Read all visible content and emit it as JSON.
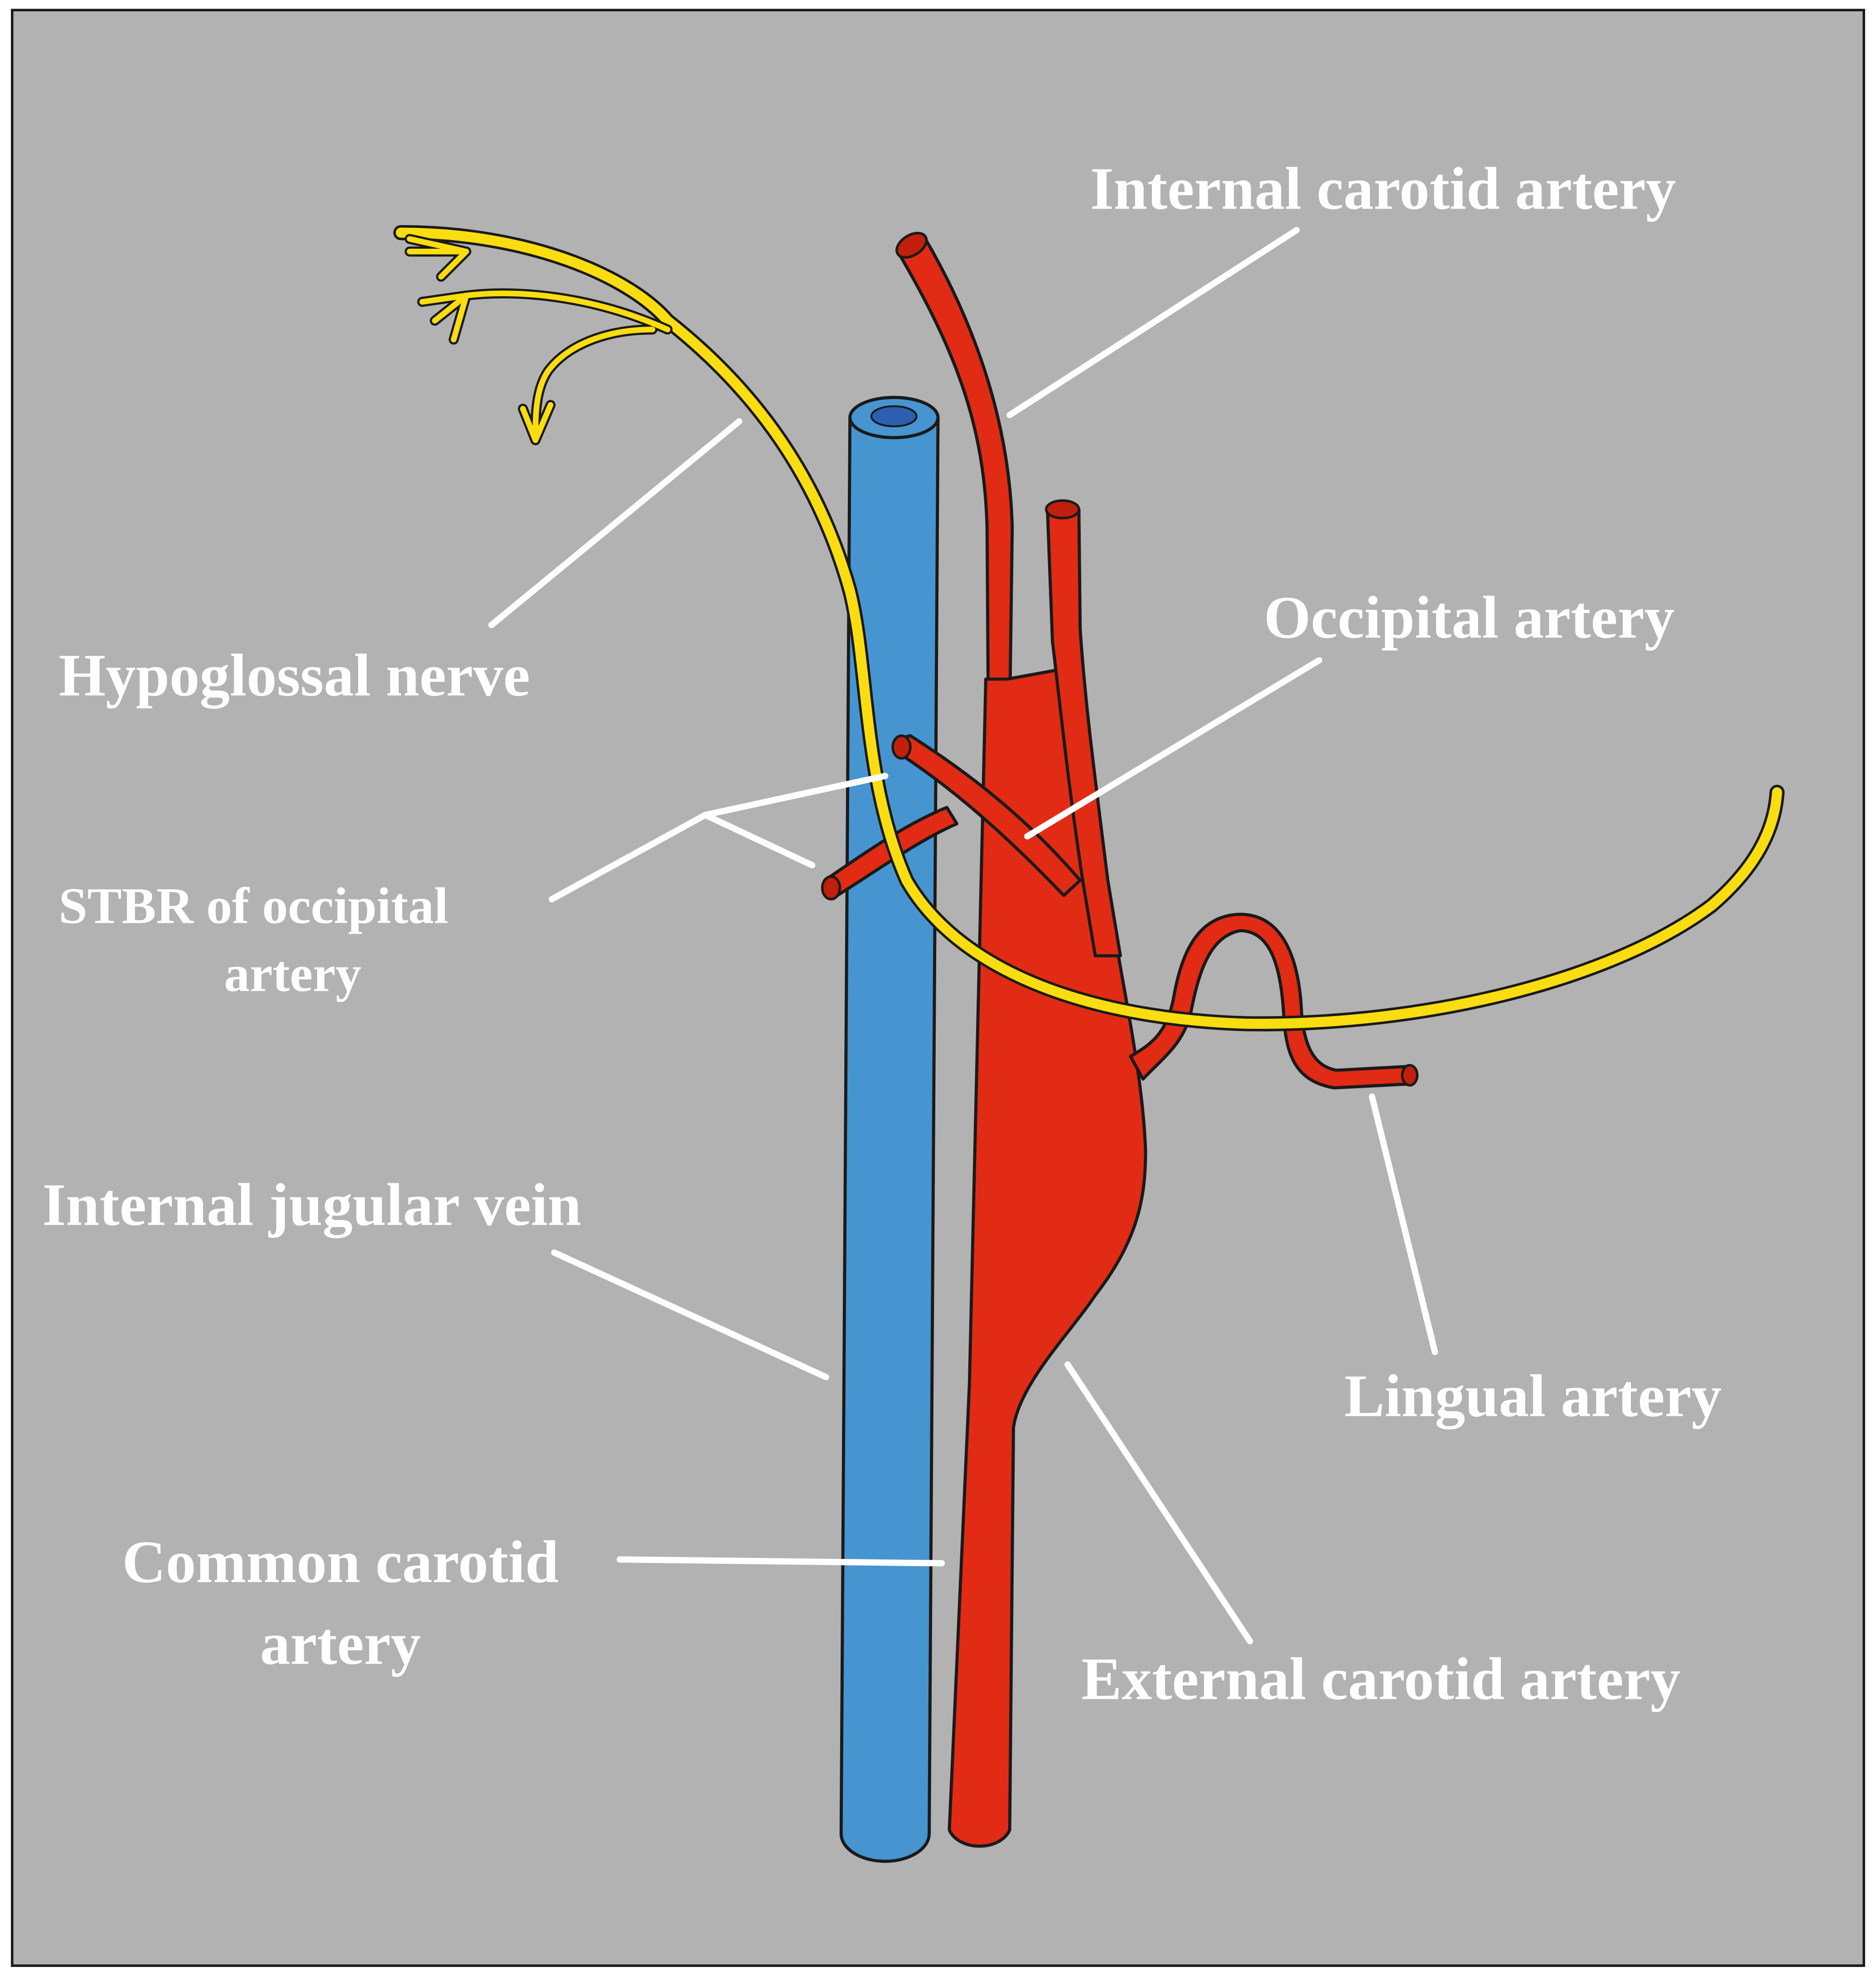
{
  "colors": {
    "background": "#b2b2b2",
    "artery": "#e22b14",
    "vein": "#4695d0",
    "vein_lumen": "#2c5fb0",
    "nerve": "#fadd10",
    "outline": "#1a1a1a",
    "label_text": "#ffffff",
    "leader": "#ffffff"
  },
  "labels": {
    "internal_carotid": "Internal carotid artery",
    "occipital": "Occipital artery",
    "hypoglossal": "Hypoglossal nerve",
    "stbr_line1": "STBR of occipital",
    "stbr_line2": "artery",
    "internal_jugular": "Internal jugular vein",
    "lingual": "Lingual artery",
    "common_carotid_line1": "Common carotid",
    "common_carotid_line2": "artery",
    "external_carotid": "External carotid artery"
  }
}
